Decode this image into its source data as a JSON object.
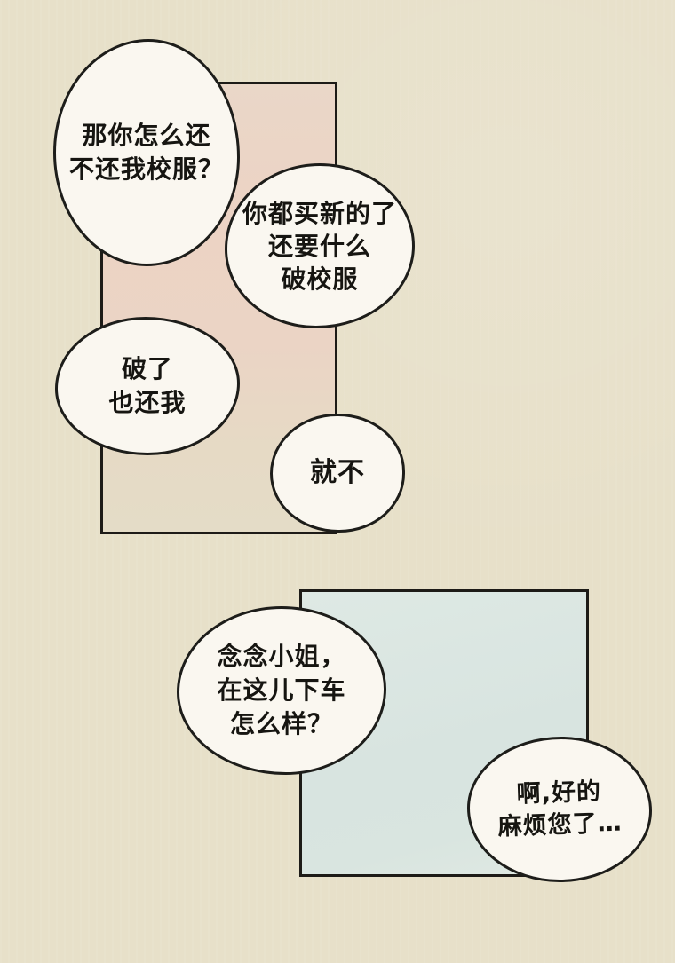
{
  "page": {
    "type": "comic-page",
    "background_color": "#e7e0c9",
    "ink_color": "#1d1b17",
    "bubble_fill_color": "#faf7f0",
    "panel1_tint_color": "#ecd3c4",
    "panel2_tint_color": "#d8e4e0"
  },
  "bubbles": [
    {
      "id": "bubble-1",
      "panel": 1,
      "lines": [
        "那你怎么还",
        "不还我校服？"
      ]
    },
    {
      "id": "bubble-2",
      "panel": 1,
      "lines": [
        "你都买新的了",
        "还要什么",
        "破校服"
      ]
    },
    {
      "id": "bubble-3",
      "panel": 1,
      "lines": [
        "破了",
        "也还我"
      ]
    },
    {
      "id": "bubble-4",
      "panel": 1,
      "lines": [
        "就不"
      ]
    },
    {
      "id": "bubble-5",
      "panel": 2,
      "lines": [
        "念念小姐，",
        "在这儿下车",
        "怎么样？"
      ]
    },
    {
      "id": "bubble-6",
      "panel": 2,
      "lines": [
        "啊,好的",
        "麻烦您了…"
      ]
    }
  ]
}
